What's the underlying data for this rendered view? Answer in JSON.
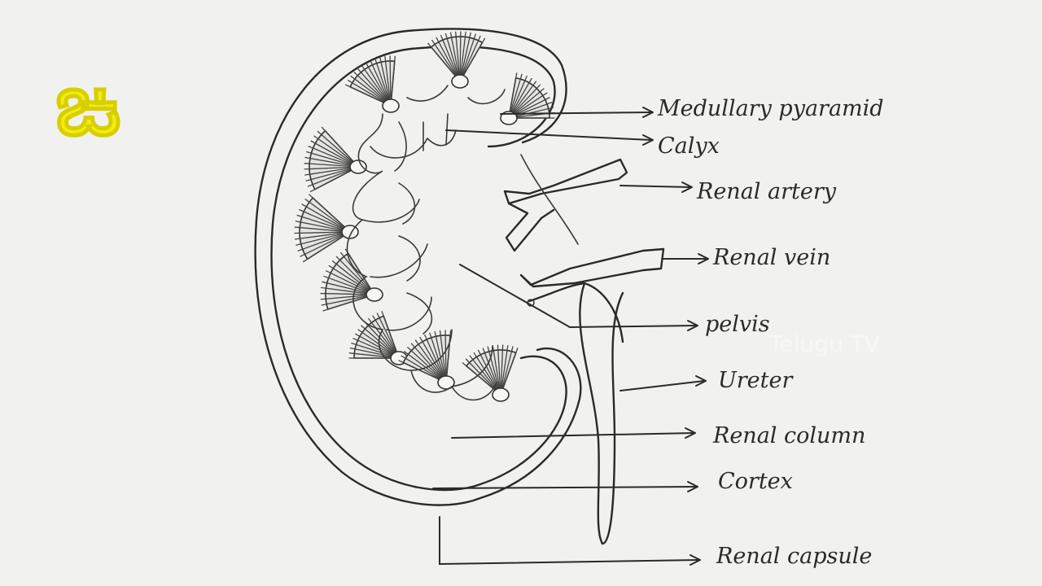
{
  "logo_text": "ఙ",
  "watermark": "Telugu TV",
  "labels": {
    "medullary_pyramid": "Medullary pyaramid",
    "calyx": "Calyx",
    "renal_artery": "Renal artery",
    "renal_vein": "Renal vein",
    "pelvis": "pelvis",
    "ureter": "Ureter",
    "renal_column": "Renal column",
    "cortex": "Cortex",
    "renal_capsule": "Renal capsule"
  },
  "colors": {
    "paper": "#f1f1ef",
    "ink": "#2a2a2a",
    "logo": "#f3ec10"
  }
}
